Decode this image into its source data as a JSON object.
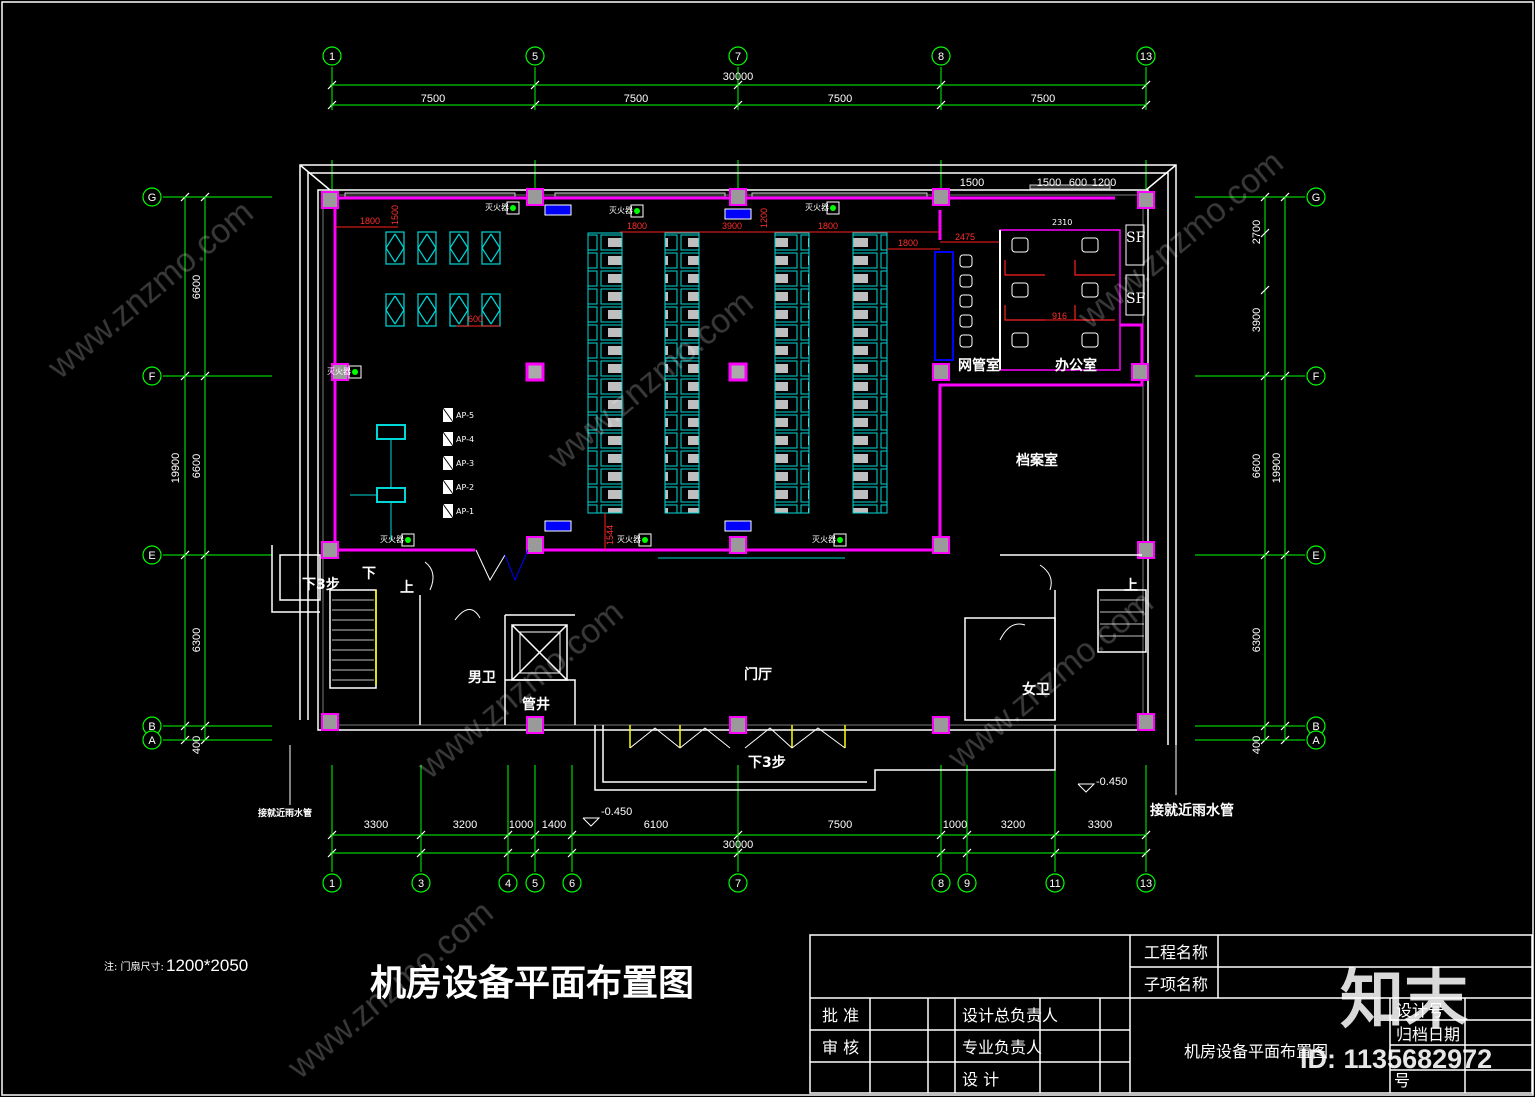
{
  "axes_top": [
    "1",
    "5",
    "7",
    "8",
    "13"
  ],
  "axes_bottom": [
    "1",
    "3",
    "4",
    "5",
    "6",
    "7",
    "8",
    "9",
    "11",
    "13"
  ],
  "axes_left": [
    "G",
    "F",
    "E",
    "B",
    "A"
  ],
  "axes_right": [
    "G",
    "F",
    "E",
    "B",
    "A"
  ],
  "dims": {
    "top_total": "30000",
    "top_spans": [
      "7500",
      "7500",
      "7500",
      "7500"
    ],
    "bottom_total": "30000",
    "bottom_spans": [
      "3300",
      "3200",
      "1000",
      "1400",
      "6100",
      "7500",
      "1000",
      "3200",
      "3300"
    ],
    "left_total": "19900",
    "left_spans": [
      "6600",
      "6600",
      "6300",
      "400"
    ],
    "right_spans": [
      "2700",
      "3900",
      "6600",
      "6300",
      "400"
    ],
    "right_total": "19900",
    "upper_right": [
      "1500",
      "1500",
      "600",
      "1200"
    ],
    "room_dims": [
      "1800",
      "1800",
      "3900",
      "1200",
      "1800",
      "1800",
      "2475",
      "1500",
      "916",
      "2310",
      "600",
      "1544"
    ]
  },
  "rooms": {
    "network_room": "网管室",
    "office": "办公室",
    "archive": "档案室",
    "lobby": "门厅",
    "male_wc": "男卫",
    "female_wc": "女卫",
    "pipe_shaft": "管井",
    "sf1": "SF",
    "sf2": "SF"
  },
  "stairs": {
    "down_3_left": "下3步",
    "down": "下",
    "up_left": "上",
    "up_right": "上",
    "down_3_front": "下3步"
  },
  "equipment": {
    "fire_ext": "灭火器",
    "ap_labels": [
      "AP-5",
      "AP-4",
      "AP-3",
      "AP-2",
      "AP-1"
    ]
  },
  "levels": [
    "-0.450",
    "-0.450"
  ],
  "notes": {
    "rainwater_left": "接就近雨水管",
    "rainwater_right": "接就近雨水管",
    "door_size_prefix": "注: 门扇尺寸:",
    "door_size": "1200*2050"
  },
  "title": "机房设备平面布置图",
  "title_block": {
    "project_name": "工程名称",
    "sub_name": "子项名称",
    "approve": "批 准",
    "review": "审 核",
    "design_chief": "设计总负责人",
    "specialty_chief": "专业负责人",
    "design": "设 计",
    "drawing_name": "机房设备平面布置图",
    "design_no": "设计号",
    "archive_date": "归档日期",
    "no": "号"
  },
  "watermark": {
    "brand": "知末",
    "id": "ID: 1135682972",
    "url": "www.znzmo.com"
  },
  "colors": {
    "grid": "#00ff00",
    "wall": "#ffffff",
    "partition": "#ff00ff",
    "red_dim": "#ff2020",
    "cyan": "#00d8d8",
    "blue": "#0000ff",
    "yellow": "#ffff00",
    "bg": "#000000"
  }
}
